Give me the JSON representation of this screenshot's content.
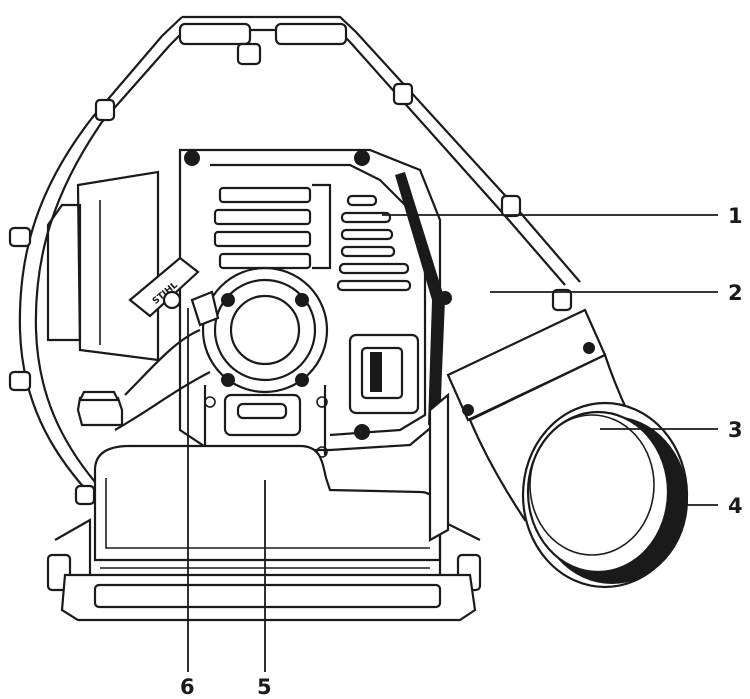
{
  "diagram": {
    "callouts": [
      {
        "id": "1",
        "label": "1"
      },
      {
        "id": "2",
        "label": "2"
      },
      {
        "id": "3",
        "label": "3"
      },
      {
        "id": "4",
        "label": "4"
      },
      {
        "id": "5",
        "label": "5"
      },
      {
        "id": "6",
        "label": "6"
      }
    ],
    "brand_mark": "STIHL",
    "colors": {
      "line": "#1a1a1a",
      "background": "#ffffff"
    }
  }
}
